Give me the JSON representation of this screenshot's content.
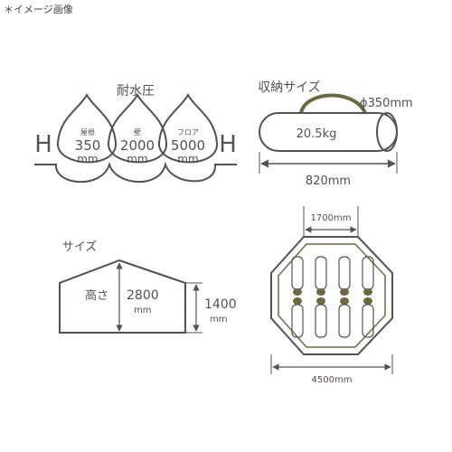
{
  "note": "＊イメージ画像",
  "water": {
    "title": "耐水圧",
    "h_left": "H",
    "h_right": "H",
    "drops": [
      {
        "part": "屋根",
        "value": "350",
        "unit": "mm"
      },
      {
        "part": "壁",
        "value": "2000",
        "unit": "mm"
      },
      {
        "part": "フロア",
        "value": "5000",
        "unit": "mm"
      }
    ]
  },
  "storage": {
    "title": "収納サイズ",
    "diameter": "ϕ350mm",
    "weight": "20.5kg",
    "length": "820mm"
  },
  "size": {
    "title": "サイズ",
    "height_label": "高さ",
    "peak_value": "2800",
    "peak_unit": "mm",
    "side_value": "1400",
    "side_unit": "mm"
  },
  "floor": {
    "inner_width": "1700mm",
    "outer_width": "4500mm"
  },
  "colors": {
    "ink": "#555150",
    "olive": "#6b6a3f"
  }
}
